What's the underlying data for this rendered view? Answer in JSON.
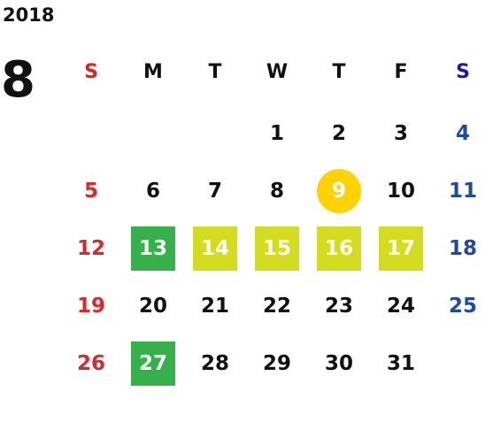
{
  "header": {
    "year": "2018",
    "month": "8"
  },
  "weekdays": [
    "S",
    "M",
    "T",
    "W",
    "T",
    "F",
    "S"
  ],
  "colors": {
    "sunday": "#d72a2a",
    "saturday": "#1f4aa0",
    "green": "#36b04a",
    "yellowgreen": "#d4dc1f",
    "today": "#ffd200"
  },
  "weeks": [
    [
      "",
      "",
      "",
      "1",
      "2",
      "3",
      "4"
    ],
    [
      "5",
      "6",
      "7",
      "8",
      "9",
      "10",
      "11"
    ],
    [
      "12",
      "13",
      "14",
      "15",
      "16",
      "17",
      "18"
    ],
    [
      "19",
      "20",
      "21",
      "22",
      "23",
      "24",
      "25"
    ],
    [
      "26",
      "27",
      "28",
      "29",
      "30",
      "31",
      ""
    ]
  ],
  "highlights": {
    "today": [
      "9"
    ],
    "green": [
      "13",
      "27"
    ],
    "yellowgreen": [
      "14",
      "15",
      "16",
      "17"
    ]
  }
}
